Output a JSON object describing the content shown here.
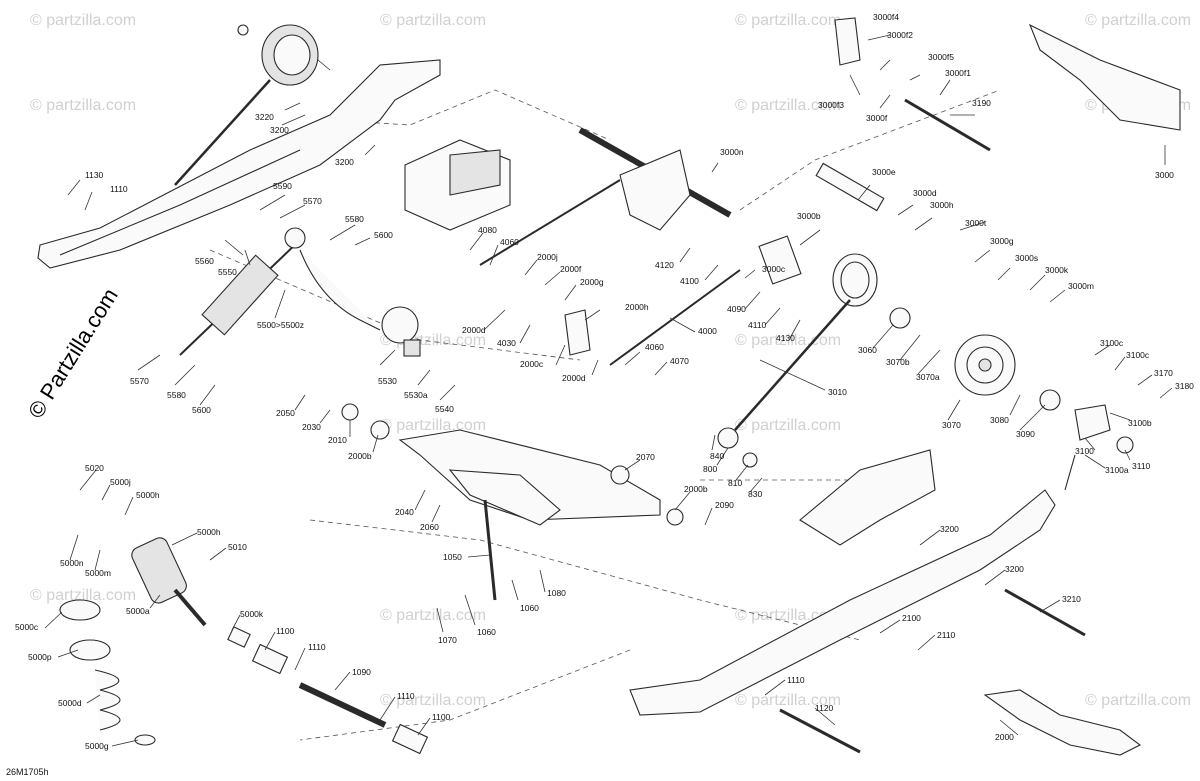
{
  "watermark": {
    "brand": "© Partzilla.com",
    "faint": "© partzilla.com"
  },
  "diagram_code": "26M1705h",
  "labels": {
    "l1130": "1130",
    "l1110a": "1110",
    "l3220": "3220",
    "l3200a": "3200",
    "l3200b": "3200",
    "l5590": "5590",
    "l5570a": "5570",
    "l5580a": "5580",
    "l5600a": "5600",
    "l5560": "5560",
    "l5550": "5550",
    "l5500": "5500>5500z",
    "l5570b": "5570",
    "l5580b": "5580",
    "l5600b": "5600",
    "l5530": "5530",
    "l5530a": "5530a",
    "l5540": "5540",
    "l3000f4": "3000f4",
    "l3000f2": "3000f2",
    "l3000f5": "3000f5",
    "l3000f1": "3000f1",
    "l3000f3": "3000f3",
    "l3000f": "3000f",
    "l3190": "3190",
    "l3000": "3000",
    "l3000n": "3000n",
    "l3000e": "3000e",
    "l3000d": "3000d",
    "l3000h": "3000h",
    "l3000b": "3000b",
    "l3000t": "3000t",
    "l3000g": "3000g",
    "l3000s": "3000s",
    "l3000k": "3000k",
    "l3000m": "3000m",
    "l3000c": "3000c",
    "l4080": "4080",
    "l4060a": "4060",
    "l2000j": "2000j",
    "l2000f": "2000f",
    "l2000g": "2000g",
    "l2000h": "2000h",
    "l2000d1": "2000d",
    "l4030": "4030",
    "l2000c": "2000c",
    "l2000d2": "2000d",
    "l4120": "4120",
    "l4100": "4100",
    "l4090": "4090",
    "l4110": "4110",
    "l4130": "4130",
    "l4000": "4000",
    "l4060b": "4060",
    "l4070": "4070",
    "l3060": "3060",
    "l3070b": "3070b",
    "l3070a": "3070a",
    "l3070": "3070",
    "l3080": "3080",
    "l3090": "3090",
    "l3010": "3010",
    "l3100c1": "3100c",
    "l3100c2": "3100c",
    "l3170": "3170",
    "l3180": "3180",
    "l3100b": "3100b",
    "l3100": "3100",
    "l3100a": "3100a",
    "l3110": "3110",
    "l2050": "2050",
    "l2030": "2030",
    "l2010": "2010",
    "l2000b1": "2000b",
    "l2070": "2070",
    "l2000b2": "2000b",
    "l2090": "2090",
    "l2040": "2040",
    "l2060": "2060",
    "l840": "840",
    "l800": "800",
    "l810": "810",
    "l830": "830",
    "l5020": "5020",
    "l5000j": "5000j",
    "l5000h1": "5000h",
    "l5000h2": "5000h",
    "l5010": "5010",
    "l5000n": "5000n",
    "l5000m": "5000m",
    "l5000a": "5000a",
    "l5000k": "5000k",
    "l5000c": "5000c",
    "l5000p": "5000p",
    "l5000d": "5000d",
    "l5000g": "5000g",
    "l1100a": "1100",
    "l1110b": "1110",
    "l1090": "1090",
    "l1110c": "1110",
    "l1100b": "1100",
    "l1050": "1050",
    "l1080": "1080",
    "l1060a": "1060",
    "l1060b": "1060",
    "l1070": "1070",
    "l3200c": "3200",
    "l3200d": "3200",
    "l3210": "3210",
    "l2100": "2100",
    "l2110": "2110",
    "l1110d": "1110",
    "l1120": "1120",
    "l2000": "2000"
  }
}
